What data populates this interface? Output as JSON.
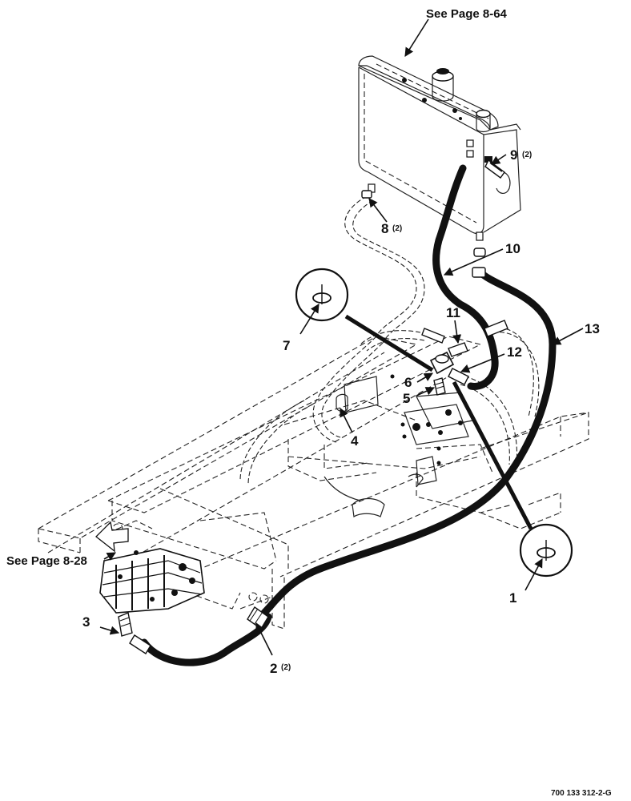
{
  "references": {
    "tank_page": "See Page 8-64",
    "pump_page": "See Page 8-28"
  },
  "callouts": [
    {
      "id": "c1",
      "num": "1",
      "qty": ""
    },
    {
      "id": "c2",
      "num": "2",
      "qty": "(2)"
    },
    {
      "id": "c3",
      "num": "3",
      "qty": ""
    },
    {
      "id": "c4",
      "num": "4",
      "qty": ""
    },
    {
      "id": "c5",
      "num": "5",
      "qty": ""
    },
    {
      "id": "c6",
      "num": "6",
      "qty": ""
    },
    {
      "id": "c7",
      "num": "7",
      "qty": ""
    },
    {
      "id": "c8",
      "num": "8",
      "qty": "(2)"
    },
    {
      "id": "c9",
      "num": "9",
      "qty": "(2)"
    },
    {
      "id": "c10",
      "num": "10",
      "qty": ""
    },
    {
      "id": "c11",
      "num": "11",
      "qty": ""
    },
    {
      "id": "c12",
      "num": "12",
      "qty": ""
    },
    {
      "id": "c13",
      "num": "13",
      "qty": ""
    }
  ],
  "drawing_code": "700 133 312-2-G"
}
